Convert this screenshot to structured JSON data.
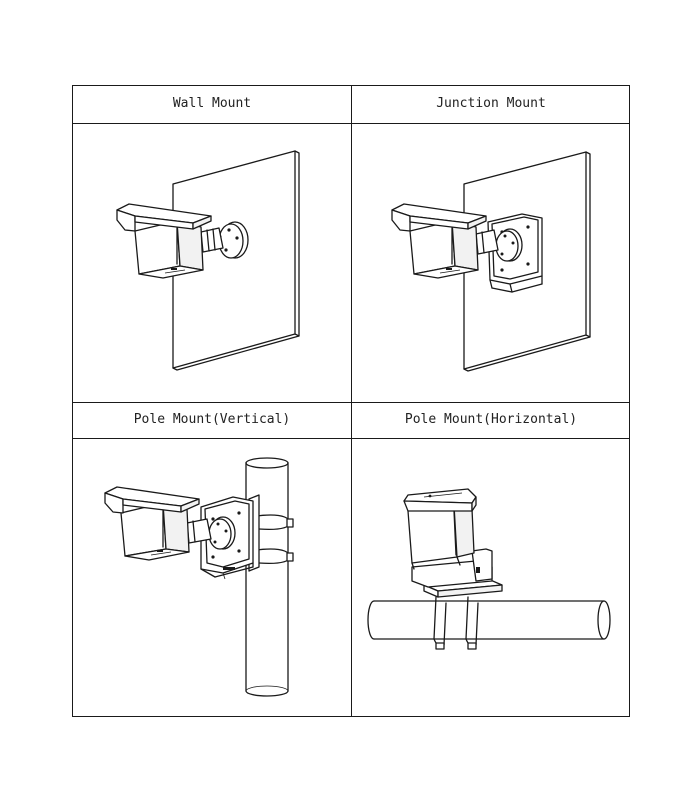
{
  "mount_table": {
    "cells": [
      {
        "title": "Wall Mount",
        "illustration": "camera-on-wall-bracket"
      },
      {
        "title": "Junction Mount",
        "illustration": "camera-on-junction-box"
      },
      {
        "title": "Pole Mount(Vertical)",
        "illustration": "camera-on-vertical-pole"
      },
      {
        "title": "Pole Mount(Horizontal)",
        "illustration": "camera-on-horizontal-pole"
      }
    ]
  },
  "colors": {
    "line": "#1a1a1a",
    "background": "#ffffff"
  }
}
